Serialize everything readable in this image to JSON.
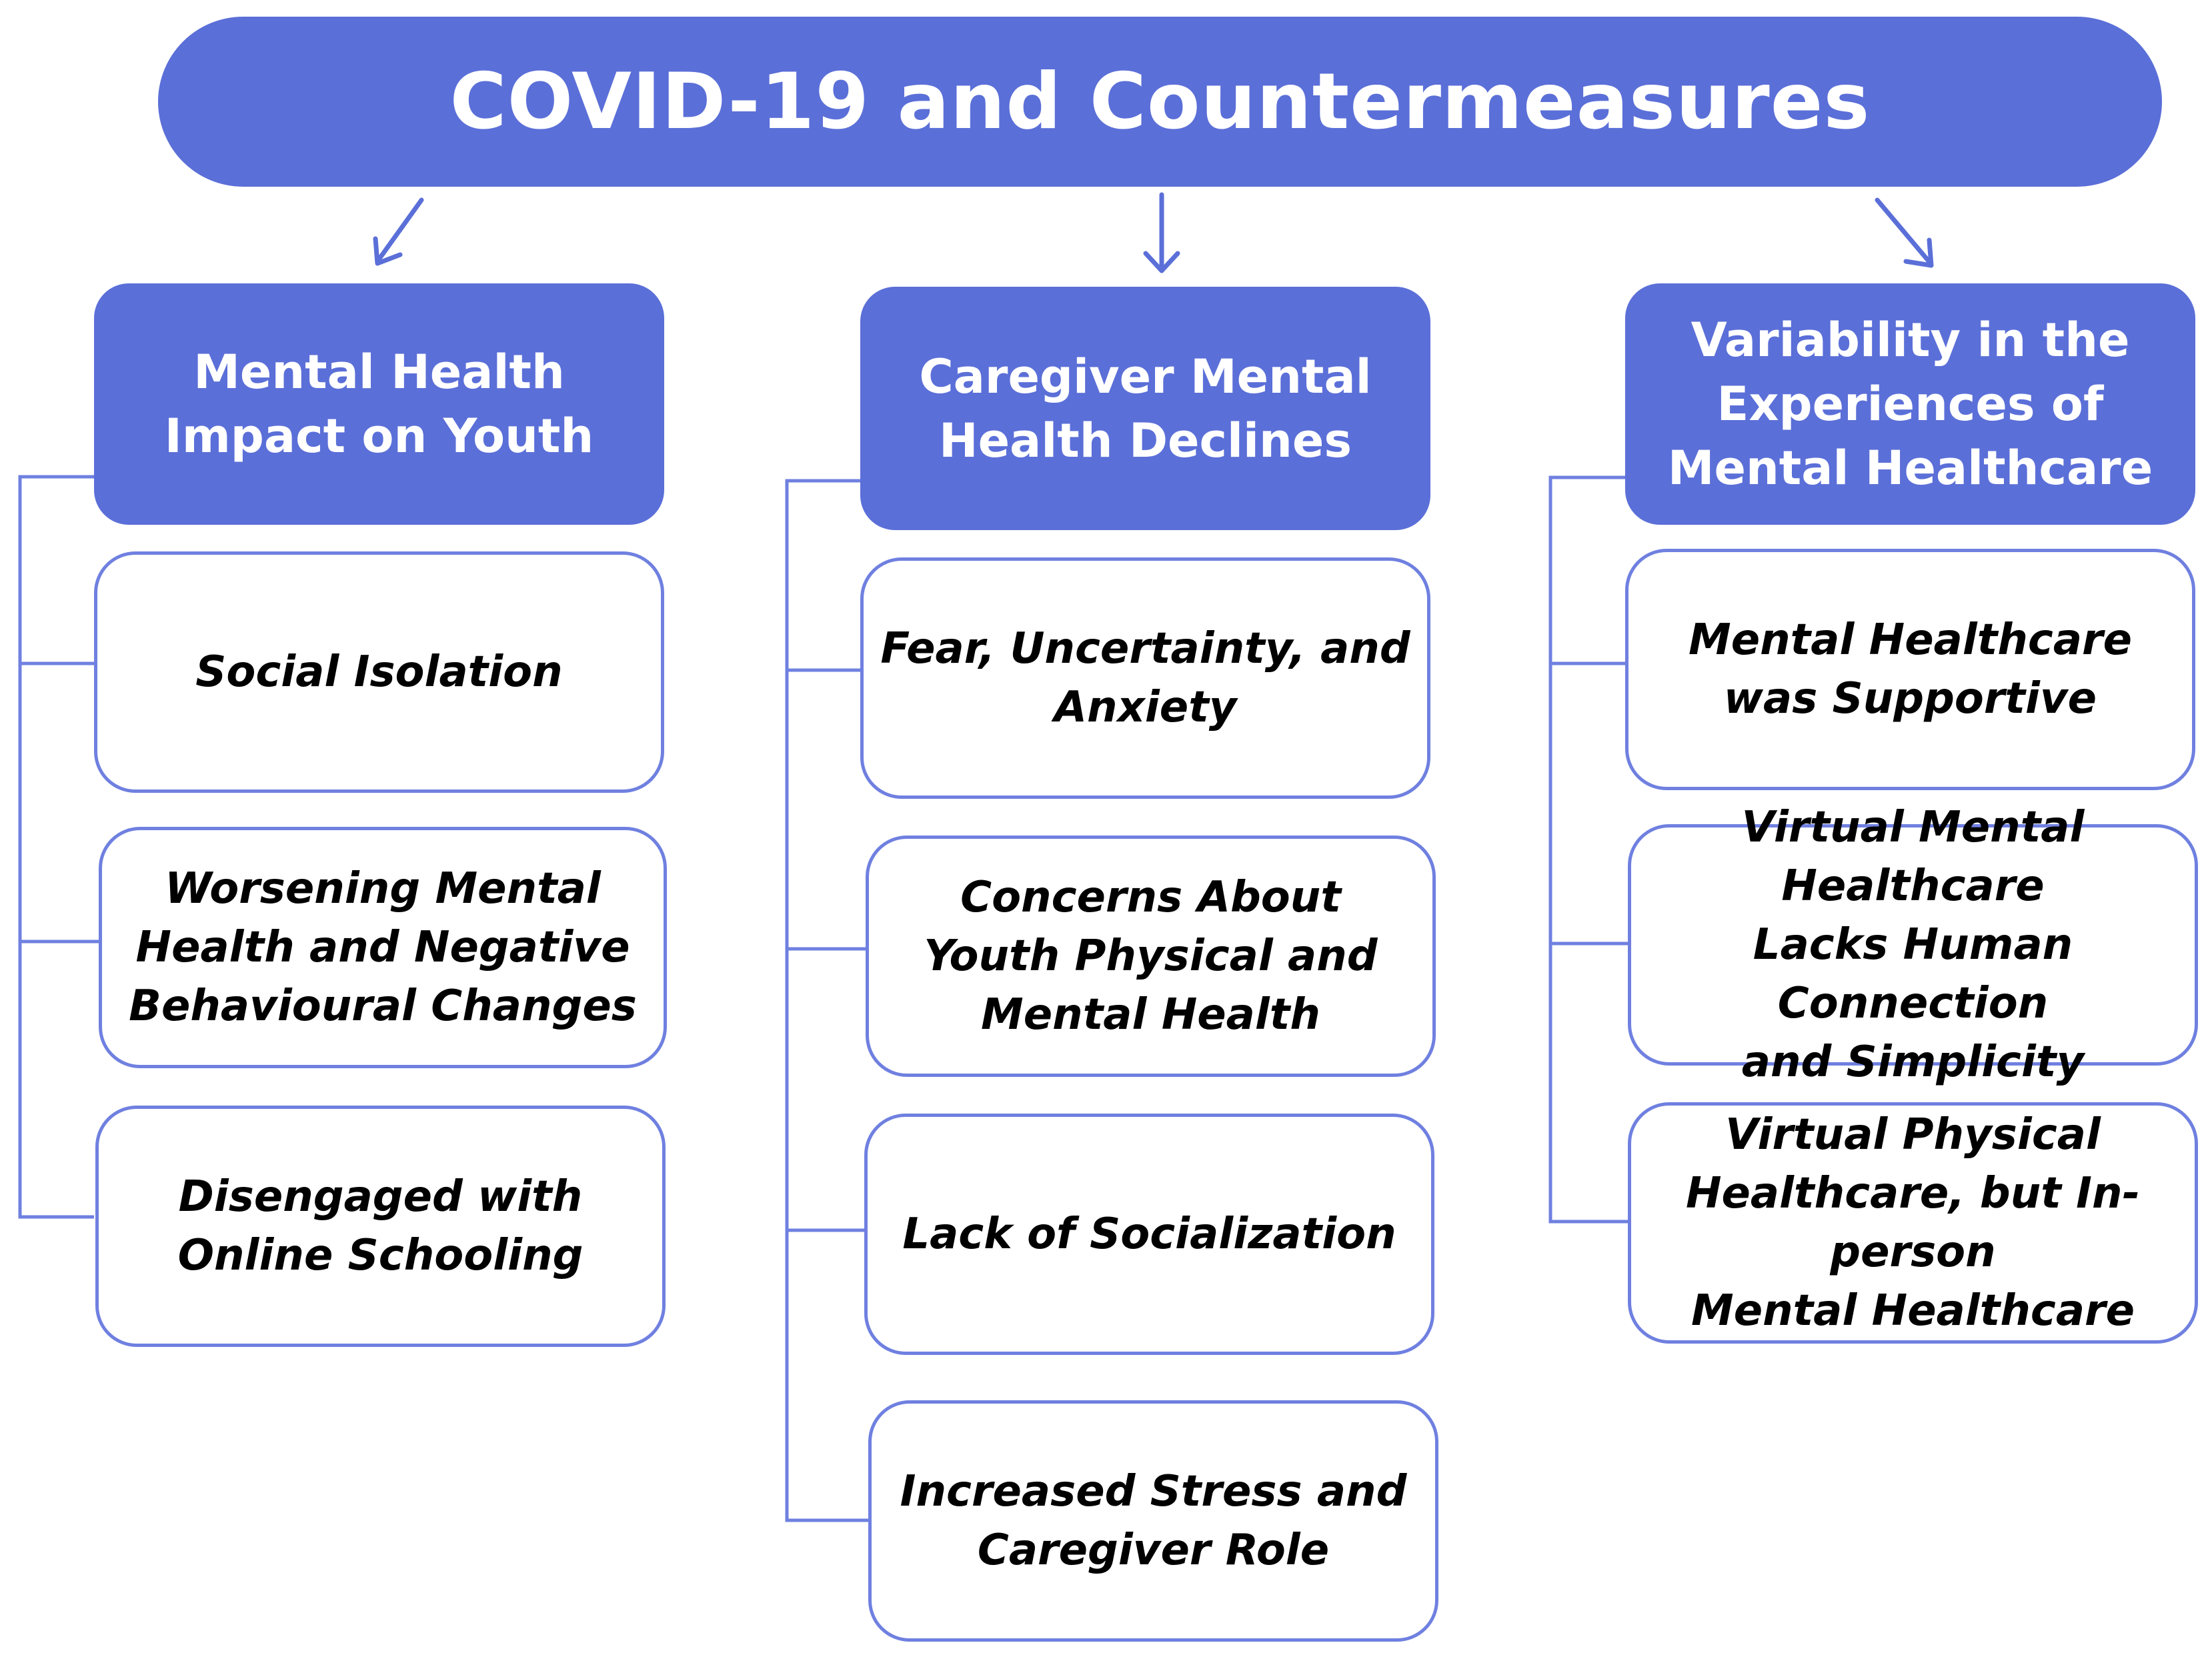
{
  "title": "COVID-19 and Countermeasures",
  "columns": [
    {
      "header": "Mental Health\nImpact on Youth",
      "items": [
        "Social Isolation",
        "Worsening Mental\nHealth and Negative\nBehavioural Changes",
        "Disengaged with\nOnline Schooling"
      ]
    },
    {
      "header": "Caregiver Mental\nHealth Declines",
      "items": [
        "Fear, Uncertainty, and\nAnxiety",
        "Concerns About\nYouth Physical and\nMental Health",
        "Lack of Socialization",
        "Increased Stress and\nCaregiver Role"
      ]
    },
    {
      "header": "Variability in the\nExperiences of\nMental Healthcare",
      "items": [
        "Mental Healthcare\nwas Supportive",
        "Virtual Mental Healthcare\nLacks Human Connection\nand Simplicity",
        "Virtual Physical\nHealthcare, but In-person\nMental Healthcare"
      ]
    }
  ],
  "colors": {
    "accent": "#5b6fd8",
    "outline": "#6f80e0",
    "text_dark": "#000000",
    "text_light": "#ffffff"
  }
}
